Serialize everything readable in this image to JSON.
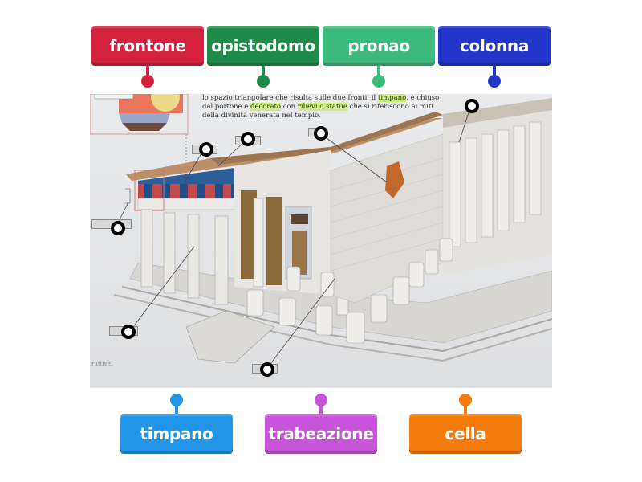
{
  "activity": {
    "type": "labelled-diagram",
    "image_description": "Textbook illustration of a Greek temple cutaway"
  },
  "labels_top": [
    {
      "text": "frontone",
      "color": "#d4213d"
    },
    {
      "text": "opistodomo",
      "color": "#208a4a"
    },
    {
      "text": "pronao",
      "color": "#3cba7d"
    },
    {
      "text": "colonna",
      "color": "#2236c9"
    }
  ],
  "labels_bottom": [
    {
      "text": "timpano",
      "color": "#2196e8"
    },
    {
      "text": "trabeazione",
      "color": "#c855d9"
    },
    {
      "text": "cella",
      "color": "#f57c0b"
    }
  ],
  "photo_text": {
    "line1": "lo spazio triangolare che risulta sulle due fronti, il ",
    "line1_hl": "timpano",
    "line1_end": ", è chiuso",
    "line2_a": "dal portone e ",
    "line2_hl1": "decorato",
    "line2_b": " con ",
    "line2_hl2": "rilievi o statue",
    "line2_c": " che si riferiscono ai miti",
    "line3": "della divinità venerata nel tempio.",
    "side_note": "ruttive."
  }
}
